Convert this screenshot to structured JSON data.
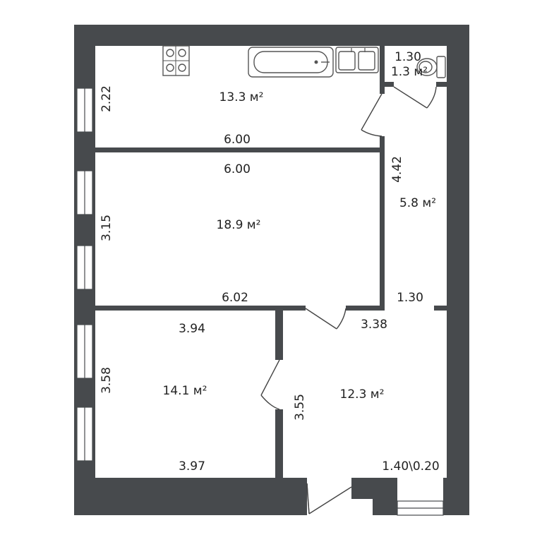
{
  "colors": {
    "wall": "#474a4d",
    "background": "#ffffff",
    "text": "#222222"
  },
  "rooms": {
    "kitchen": {
      "area": "13.3 м²",
      "height": "2.22",
      "width_bottom": "6.00"
    },
    "living": {
      "area": "18.9 м²",
      "width_top": "6.00",
      "height": "3.15",
      "width_bottom": "6.02"
    },
    "bath": {
      "width": "1.30",
      "area": "1.3 м²"
    },
    "corridor": {
      "length": "4.42",
      "area": "5.8 м²",
      "width": "1.30"
    },
    "bedroom": {
      "area": "14.1 м²",
      "width_top": "3.94",
      "height": "3.58",
      "width_bottom": "3.97"
    },
    "hall": {
      "area": "12.3 м²",
      "width_top": "3.38",
      "height": "3.55",
      "niche": "1.40\\0.20"
    }
  },
  "fixtures": [
    "stove-icon",
    "bathtub-icon",
    "sink-icon",
    "toilet-icon"
  ]
}
